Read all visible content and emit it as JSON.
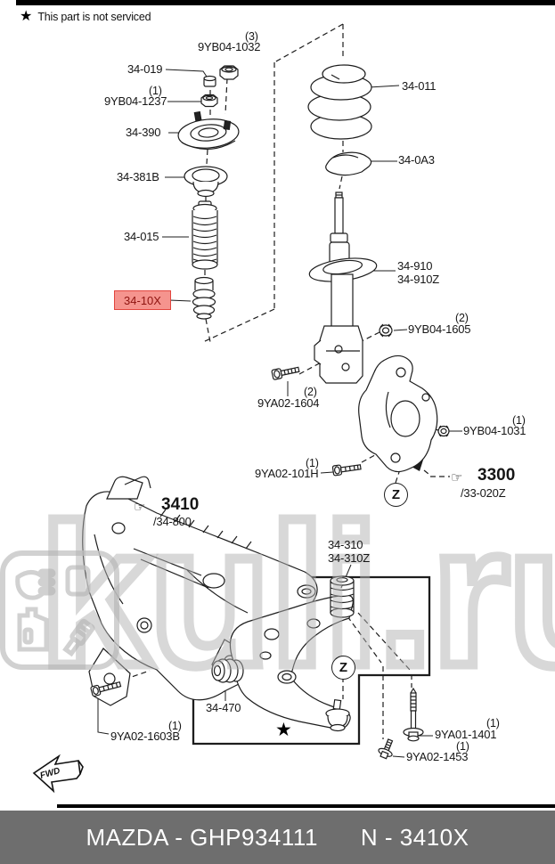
{
  "legend": {
    "star": "★",
    "text": "This part is not serviced"
  },
  "symbols": {
    "star": "★",
    "hand": "☞",
    "detail_z": "Z"
  },
  "watermark": {
    "text": "kuli.ru"
  },
  "fwd": {
    "label": "FWD"
  },
  "colors": {
    "highlight_bg": "#f5948e",
    "highlight_border": "#e2453e",
    "highlight_text": "#8e1410",
    "footer_bg": "#6e6e6e",
    "footer_text": "#ffffff",
    "line_art": "#1d1d1d",
    "watermark_gray": "#c9c9c9"
  },
  "parts": {
    "nut_top": {
      "count": "(3)",
      "code": "9YB04-1032"
    },
    "bushing_small": {
      "code": "34-019"
    },
    "nut_mount": {
      "count": "(1)",
      "code": "9YB04-1237"
    },
    "strut_mount": {
      "code": "34-390"
    },
    "seat_upper": {
      "code": "34-381B"
    },
    "dust_boot": {
      "code": "34-015"
    },
    "bump_stop": {
      "code": "34-10X"
    },
    "coil_spring": {
      "code": "34-011"
    },
    "seat_lower": {
      "code": "34-0A3"
    },
    "strut": {
      "code": "34-910",
      "code_alt": "34-910Z"
    },
    "nut_bracket": {
      "count": "(2)",
      "code": "9YB04-1605"
    },
    "bolt_bracket": {
      "count": "(2)",
      "code": "9YA02-1604"
    },
    "nut_knuckle": {
      "count": "(1)",
      "code": "9YB04-1031"
    },
    "bolt_knuckle": {
      "count": "(1)",
      "code": "9YA02-101H"
    },
    "knuckle_ref": {
      "code": "3300",
      "sub": "/33-020Z"
    },
    "subframe_ref": {
      "code": "3410",
      "sub": "/34-800"
    },
    "control_arm": {
      "code": "34-310",
      "code_alt": "34-310Z"
    },
    "arm_bushing": {
      "code": "34-470"
    },
    "bolt_subframe": {
      "count": "(1)",
      "code": "9YA02-1603B"
    },
    "bolt_arm_long": {
      "count": "(1)",
      "code": "9YA01-1401"
    },
    "bolt_arm_short": {
      "count": "(1)",
      "code": "9YA02-1453"
    }
  },
  "footer": {
    "left": "MAZDA - GHP934111",
    "right": "N - 3410X"
  }
}
